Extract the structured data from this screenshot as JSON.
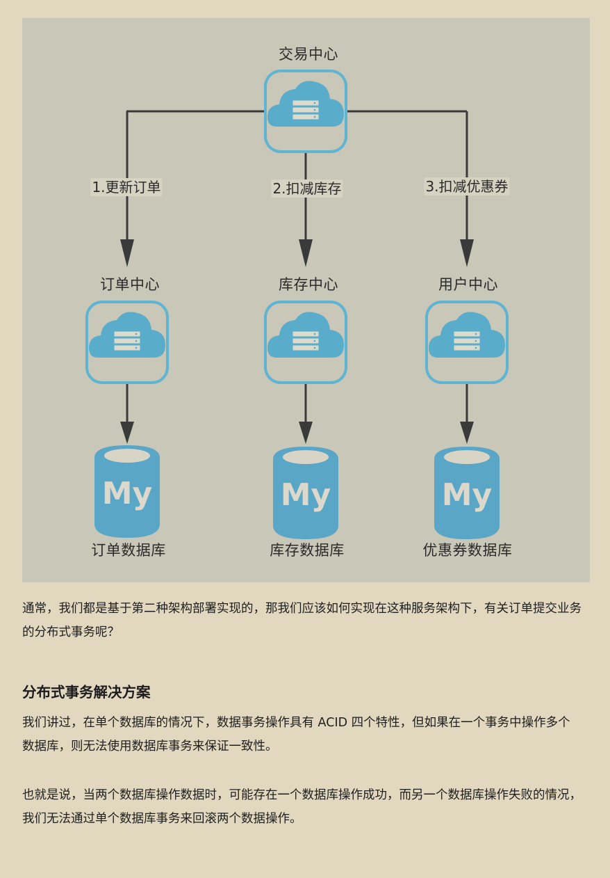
{
  "diagram": {
    "top_node": {
      "label": "交易中心"
    },
    "steps": [
      {
        "label": "1.更新订单"
      },
      {
        "label": "2.扣减库存"
      },
      {
        "label": "3.扣减优惠券"
      }
    ],
    "services": [
      {
        "label": "订单中心",
        "db_label": "订单数据库"
      },
      {
        "label": "库存中心",
        "db_label": "库存数据库"
      },
      {
        "label": "用户中心",
        "db_label": "优惠券数据库"
      }
    ],
    "db_logo_text": "My",
    "colors": {
      "panel": "#c8c7b8",
      "accent": "#5aaccb",
      "line": "#3a3a3a",
      "page": "#e2d8c0"
    }
  },
  "article": {
    "para1": "通常，我们都是基于第二种架构部署实现的，那我们应该如何实现在这种服务架构下，有关订单提交业务的分布式事务呢？",
    "heading": "分布式事务解决方案",
    "para2": "我们讲过，在单个数据库的情况下，数据事务操作具有 ACID 四个特性，但如果在一个事务中操作多个数据库，则无法使用数据库事务来保证一致性。",
    "para3": "也就是说，当两个数据库操作数据时，可能存在一个数据库操作成功，而另一个数据库操作失败的情况，我们无法通过单个数据库事务来回滚两个数据操作。"
  }
}
